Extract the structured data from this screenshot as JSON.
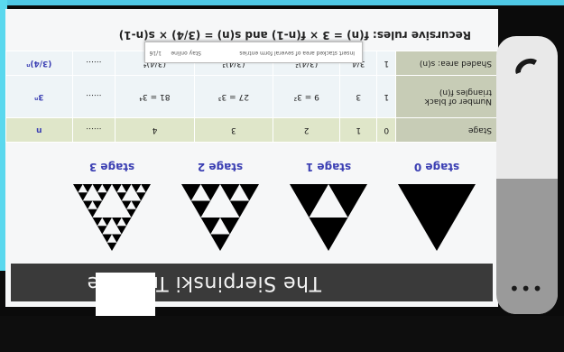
{
  "slide": {
    "title": "The Sierpinski Triangle",
    "recursive_rules": "Recursive rules: f(n) = 3 × f(n-1)   and   s(n) = (3/4) × s(n-1)",
    "stages": [
      {
        "label": "stage 0",
        "level": 0
      },
      {
        "label": "stage 1",
        "level": 1
      },
      {
        "label": "stage 2",
        "level": 2
      },
      {
        "label": "stage 3",
        "level": 3
      }
    ],
    "table": {
      "rows": [
        {
          "header": "Stage",
          "cells": [
            "0",
            "1",
            "2",
            "3",
            "4",
            "......",
            "n"
          ]
        },
        {
          "header": "Number of black triangles f(n)",
          "cells": [
            "1",
            "3",
            "9 = 3²",
            "27 = 3³",
            "81 = 3⁴",
            "......",
            "3ⁿ"
          ]
        },
        {
          "header": "Shaded area: s(n)",
          "cells": [
            "1",
            "3/4",
            "(3/4)²",
            "(3/4)³",
            "(3/4)⁴",
            "......",
            "(3/4)ⁿ"
          ]
        }
      ]
    },
    "tooltip": {
      "text": "Insert stacked area of several form entries",
      "button": "Stay online",
      "extra": "1/16"
    },
    "colors": {
      "accent": "#3b3fb3",
      "band": "#3a3a3a",
      "table_head": "#c7ccb6"
    }
  },
  "side_panel": {
    "call_icon": "phone-icon",
    "more_icon": "more-dots-icon",
    "more_label": "•••"
  }
}
